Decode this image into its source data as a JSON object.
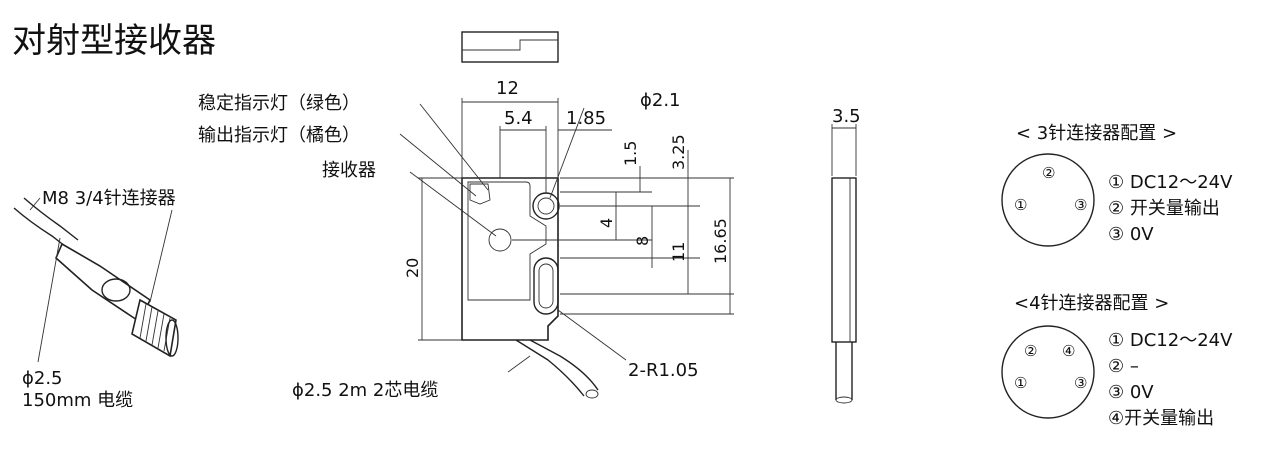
{
  "title": "对射型接收器",
  "connector_label": "M8 3/4针连接器",
  "cable_left": {
    "diameter": "ϕ2.5",
    "length": "150mm 电缆"
  },
  "indicators": {
    "stable": "稳定指示灯（绿色）",
    "output": "输出指示灯（橘色）",
    "receiver": "接收器"
  },
  "dims": {
    "w12": "12",
    "w5_4": "5.4",
    "w1_85": "1.85",
    "phi2_1": "ϕ2.1",
    "h1_5": "1.5",
    "h3_25": "3.25",
    "h4": "4",
    "h8": "8",
    "h11": "11",
    "h16_65": "16.65",
    "h20": "20",
    "r": "2-R1.05",
    "t3_5": "3.5"
  },
  "cable_bottom": "ϕ2.5 2m 2芯电缆",
  "pin3": {
    "title": "< 3针连接器配置 >",
    "pins": [
      "②",
      "①",
      "③"
    ],
    "lines": [
      "① DC12～24V",
      "② 开关量输出",
      "③ 0V"
    ]
  },
  "pin4": {
    "title": "<4针连接器配置 >",
    "pins": [
      "②",
      "④",
      "①",
      "③"
    ],
    "lines": [
      "① DC12～24V",
      "② –",
      "③ 0V",
      "④开关量输出"
    ]
  }
}
